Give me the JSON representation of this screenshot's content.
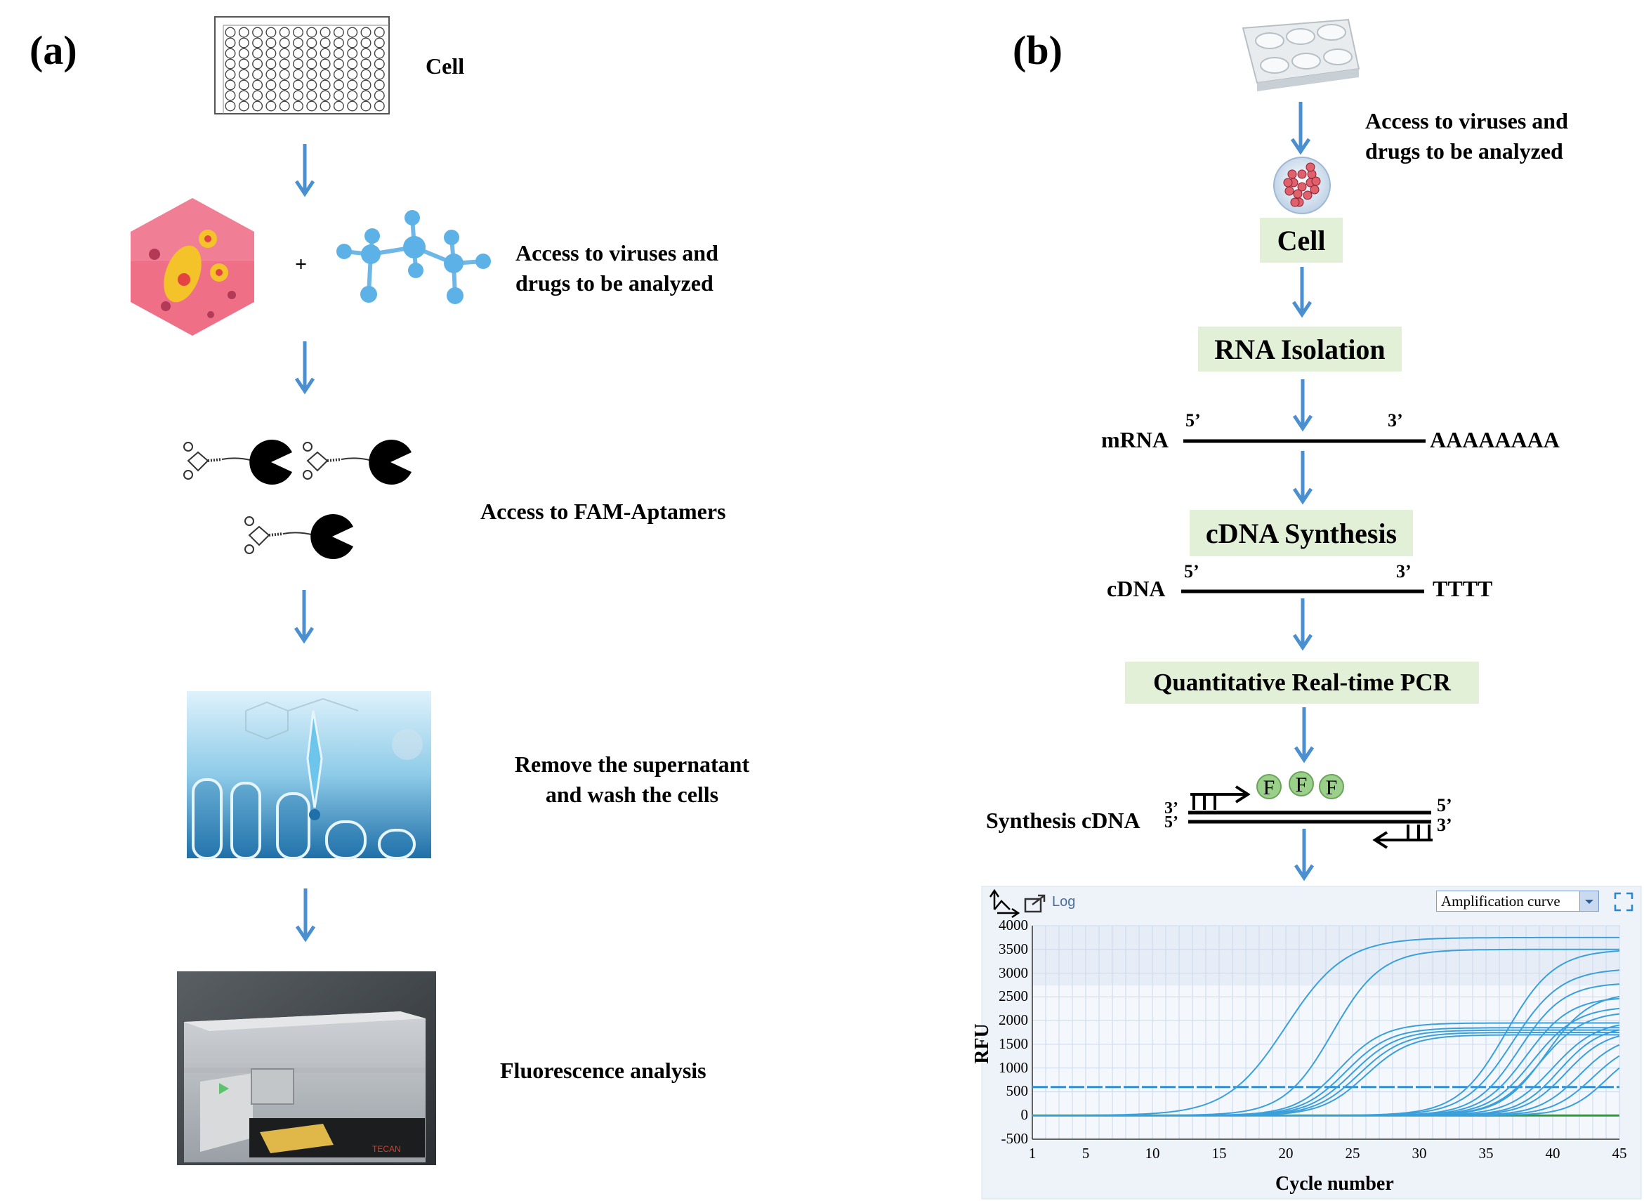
{
  "panel_a": {
    "label": "(a)",
    "steps": {
      "cell": "Cell",
      "virus_line1": "Access to viruses and",
      "virus_line2": "drugs to be analyzed",
      "plus": "+",
      "aptamers": "Access to FAM-Aptamers",
      "wash_line1": "Remove the supernatant",
      "wash_line2": "and wash the cells",
      "fluorescence": "Fluorescence analysis"
    },
    "instrument_brand": "TECAN"
  },
  "panel_b": {
    "label": "(b)",
    "virus_line1": "Access to viruses and",
    "virus_line2": "drugs to be analyzed",
    "boxes": {
      "cell": "Cell",
      "rna": "RNA Isolation",
      "cdna": "cDNA Synthesis",
      "qpcr": "Quantitative Real-time PCR"
    },
    "mrna": {
      "label": "mRNA",
      "five": "5’",
      "three": "3’",
      "tail": "AAAAAAAA"
    },
    "cdna": {
      "label": "cDNA",
      "five": "5’",
      "three": "3’",
      "tail": "TTTT"
    },
    "synthesis": {
      "label": "Synthesis cDNA",
      "left_top": "3’",
      "left_bottom": "5’",
      "right_top": "5’",
      "right_bottom": "3’",
      "fluor": [
        "F",
        "F",
        "F"
      ]
    },
    "toolbar": {
      "log": "Log",
      "dropdown": "Amplification curve"
    }
  },
  "chart_data": {
    "type": "line",
    "xlabel": "Cycle number",
    "ylabel": "RFU",
    "xlim": [
      1,
      45
    ],
    "ylim": [
      -500,
      4000
    ],
    "xticks": [
      1,
      5,
      10,
      15,
      20,
      25,
      30,
      35,
      40,
      45
    ],
    "yticks": [
      -500,
      0,
      500,
      1000,
      1500,
      2000,
      2500,
      3000,
      3500,
      4000
    ],
    "threshold": 600,
    "grid": true,
    "colors": {
      "curve": "#3aa0dc",
      "threshold": "#2f8fd4",
      "baseline": "#2e9a3a",
      "plot_bg": "#eef3f9",
      "grid": "#c9d9ee"
    },
    "series": [
      {
        "ct": 20.0,
        "plateau": 3750,
        "k": 0.45
      },
      {
        "ct": 23.5,
        "plateau": 3500,
        "k": 0.55
      },
      {
        "ct": 24.0,
        "plateau": 1950,
        "k": 0.6
      },
      {
        "ct": 24.5,
        "plateau": 1850,
        "k": 0.6
      },
      {
        "ct": 25.0,
        "plateau": 1800,
        "k": 0.6
      },
      {
        "ct": 25.5,
        "plateau": 1750,
        "k": 0.6
      },
      {
        "ct": 26.0,
        "plateau": 1700,
        "k": 0.6
      },
      {
        "ct": 36.5,
        "plateau": 3500,
        "k": 0.55
      },
      {
        "ct": 37.0,
        "plateau": 3100,
        "k": 0.55
      },
      {
        "ct": 37.5,
        "plateau": 2800,
        "k": 0.6
      },
      {
        "ct": 38.0,
        "plateau": 2500,
        "k": 0.6
      },
      {
        "ct": 38.5,
        "plateau": 2300,
        "k": 0.6
      },
      {
        "ct": 39.0,
        "plateau": 2200,
        "k": 0.6
      },
      {
        "ct": 39.5,
        "plateau": 2600,
        "k": 0.6
      },
      {
        "ct": 40.0,
        "plateau": 2000,
        "k": 0.6
      },
      {
        "ct": 40.5,
        "plateau": 1900,
        "k": 0.65
      },
      {
        "ct": 41.0,
        "plateau": 1800,
        "k": 0.65
      },
      {
        "ct": 42.0,
        "plateau": 1700,
        "k": 0.65
      },
      {
        "ct": 43.0,
        "plateau": 1600,
        "k": 0.65
      },
      {
        "ct": 44.0,
        "plateau": 1500,
        "k": 0.7
      }
    ]
  }
}
